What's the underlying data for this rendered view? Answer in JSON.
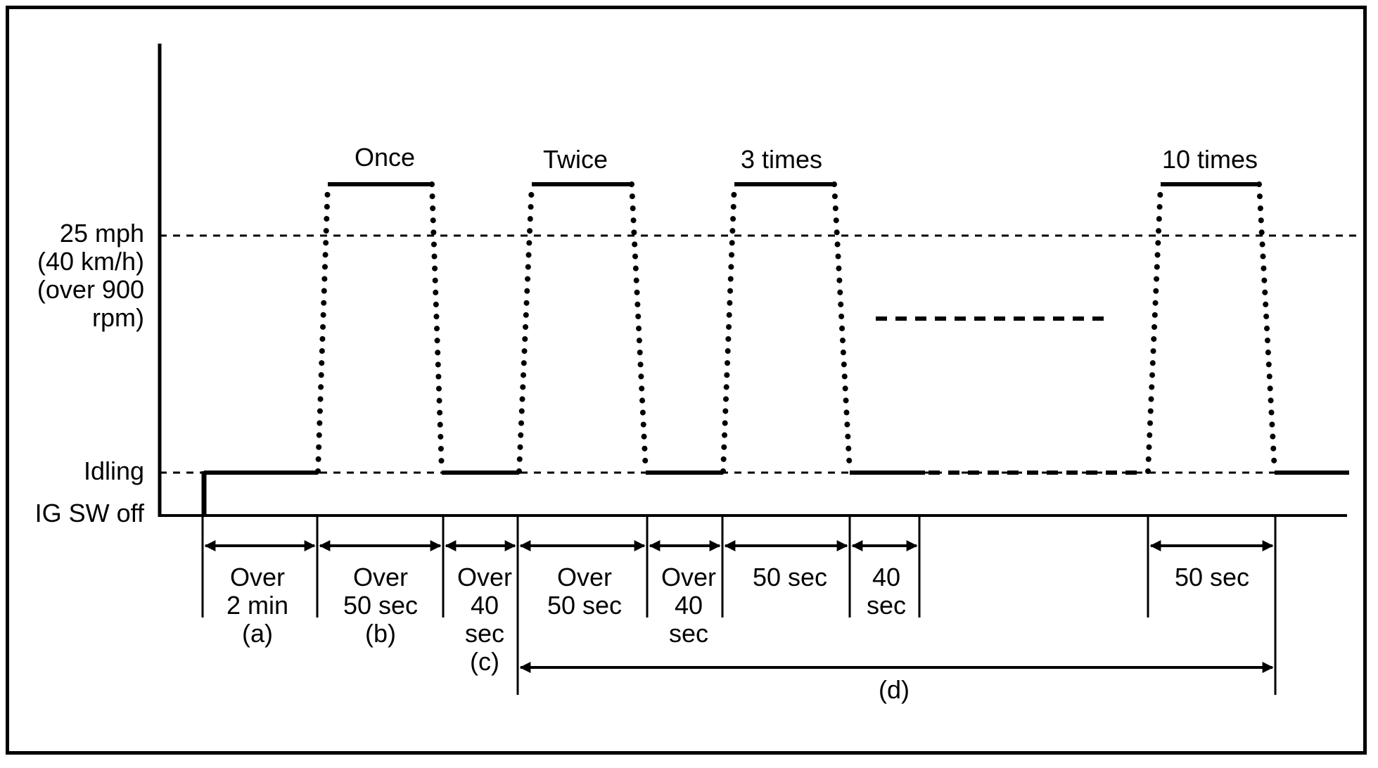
{
  "y_labels": {
    "speed": [
      "25 mph",
      "(40 km/h)",
      "(over 900",
      "rpm)"
    ],
    "idling": "Idling",
    "ig_off": "IG SW off"
  },
  "cycle_labels": [
    "Once",
    "Twice",
    "3 times",
    "10 times"
  ],
  "intervals": {
    "a": [
      "Over",
      "2 min",
      "(a)"
    ],
    "b": [
      "Over",
      "50 sec",
      "(b)"
    ],
    "c": [
      "Over",
      "40",
      "sec",
      "(c)"
    ],
    "d1": [
      "Over",
      "50 sec"
    ],
    "d2": [
      "Over",
      "40",
      "sec"
    ],
    "d3": [
      "50 sec"
    ],
    "d4": [
      "40",
      "sec"
    ],
    "d5": [
      "50 sec"
    ],
    "d_label": "(d)"
  },
  "colors": {
    "line": "#000000",
    "background": "#ffffff"
  }
}
